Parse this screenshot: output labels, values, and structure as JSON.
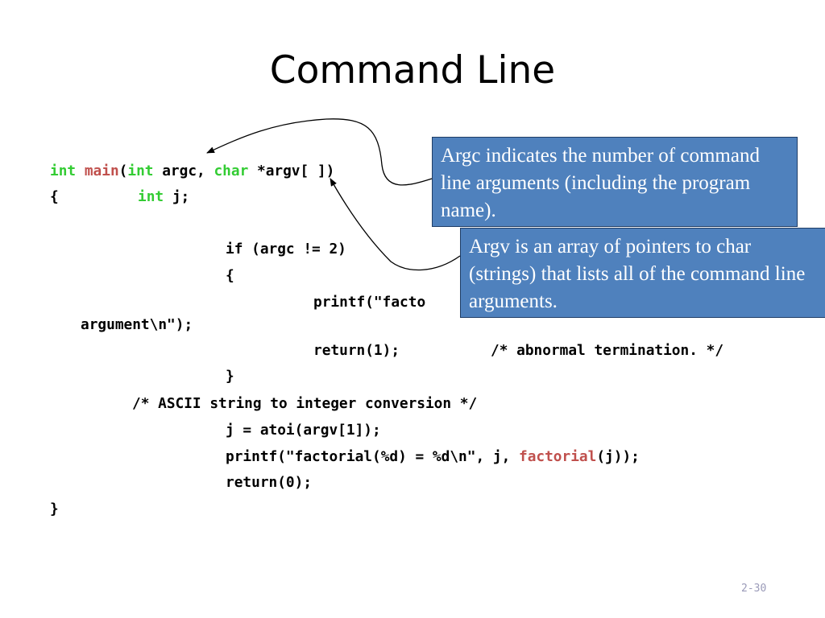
{
  "slide": {
    "title": "Command Line",
    "page_number": "2-30"
  },
  "code": {
    "l1": {
      "kw_int1": "int",
      "fn_main": "main",
      "paren": "(",
      "kw_int2": "int",
      "argc": " argc, ",
      "kw_char": "char",
      "argv": " *argv[ ])"
    },
    "l2": {
      "brace": "{",
      "kw_int": "int",
      "rest": " j;"
    },
    "l3": "if (argc != 2)",
    "l4": "{",
    "l5": "printf(\"facto",
    "l6": "argument\\n\");",
    "l7a": "return(1);",
    "l7b": "/* abnormal termination. */",
    "l8": "}",
    "l9": "/* ASCII string to integer conversion */",
    "l10": "j = atoi(argv[1]);",
    "l11": {
      "pre": "printf(\"factorial(%d) = %d\\n\", j, ",
      "fn": "factorial",
      "post": "(j));"
    },
    "l12": "return(0);",
    "l13": "}"
  },
  "callouts": {
    "argc": "Argc indicates the number of command line arguments (including the program name).",
    "argv": "Argv is an array of pointers to char (strings) that lists all of the command line arguments."
  },
  "colors": {
    "keyword": "#33cc33",
    "function": "#c0504d",
    "callout_bg": "#4f81bd"
  }
}
